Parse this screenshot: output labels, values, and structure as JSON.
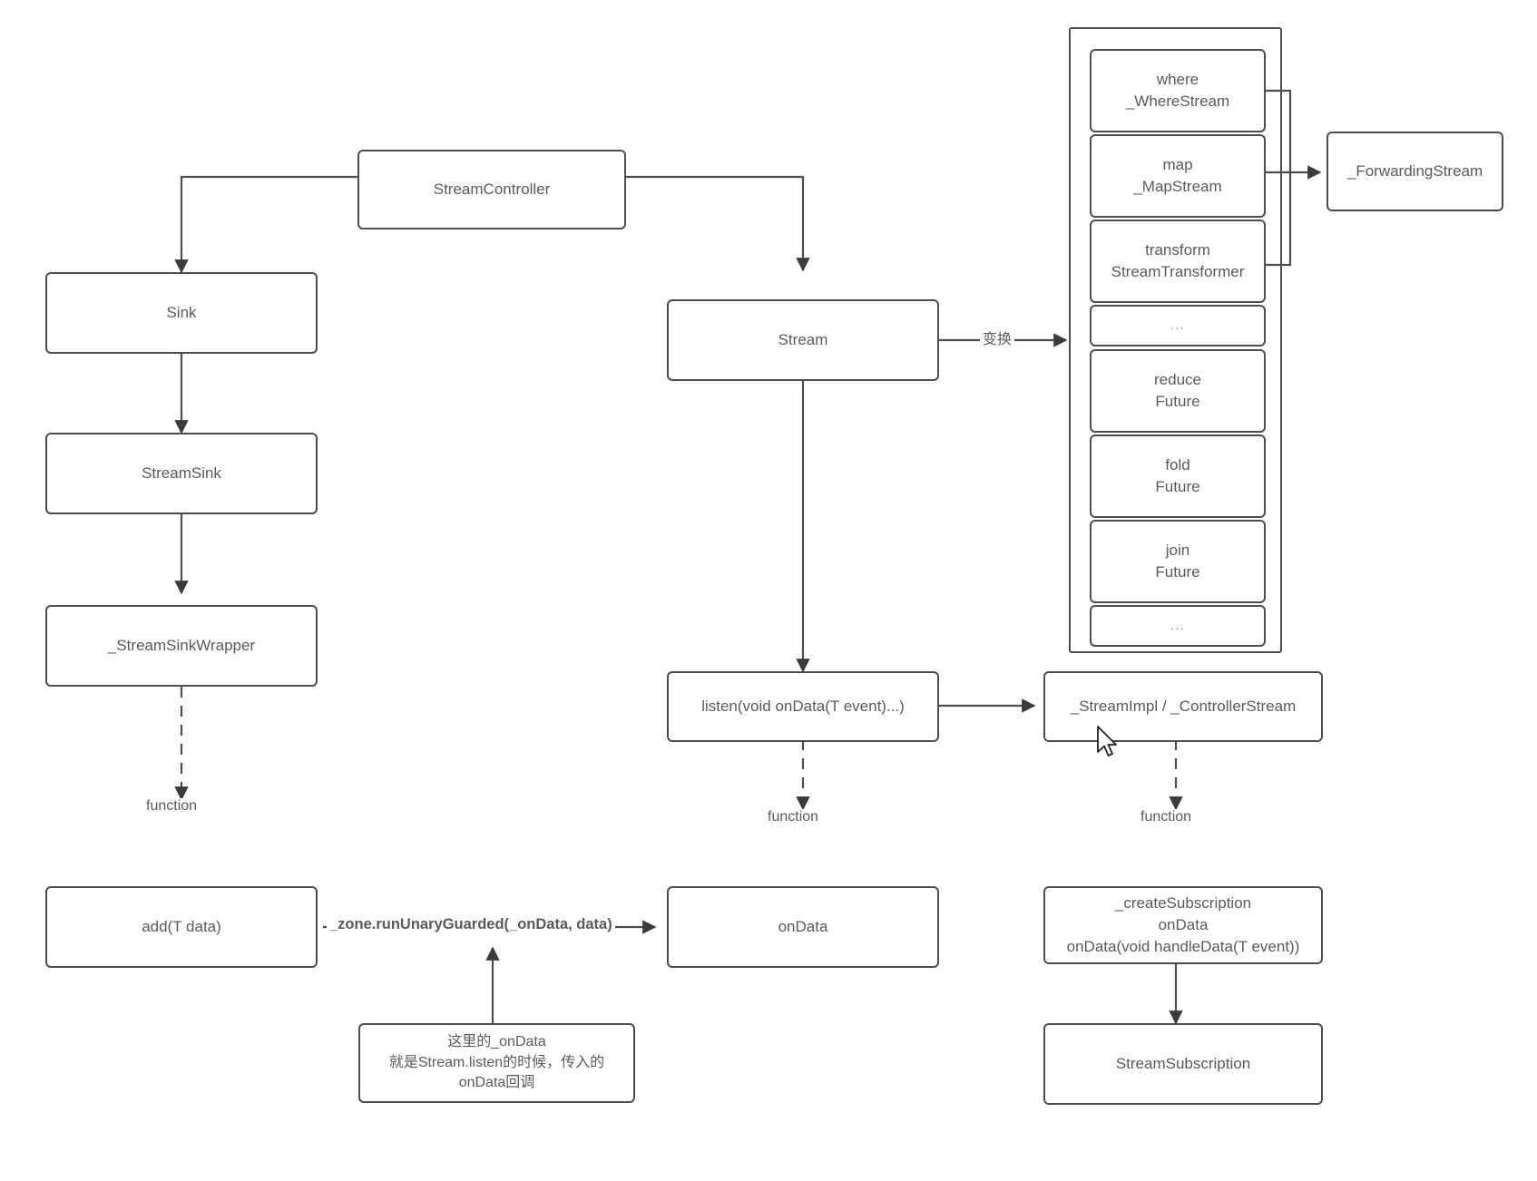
{
  "diagram": {
    "title": "Dart Stream architecture flowchart",
    "colors": {
      "stroke": "#4d4d4d",
      "text": "#5a5a5a",
      "background": "#ffffff",
      "muted": "#9a9a9a"
    },
    "nodes": {
      "stream_controller": "StreamController",
      "sink": "Sink",
      "stream_sink": "StreamSink",
      "stream_sink_wrapper": "_StreamSinkWrapper",
      "add_t_data": "add(T data)",
      "stream": "Stream",
      "listen": "listen(void onData(T event)...)",
      "on_data": "onData",
      "stream_impl": "_StreamImpl / _ControllerStream",
      "create_subscription": "_createSubscription\nonData\nonData(void handleData(T event))",
      "stream_subscription": "StreamSubscription",
      "forwarding_stream": "_ForwardingStream",
      "note": "这里的_onData\n就是Stream.listen的时候，传入的\nonData回调"
    },
    "transform_group": [
      {
        "id": "where",
        "label": "where\n_WhereStream"
      },
      {
        "id": "map",
        "label": "map\n_MapStream"
      },
      {
        "id": "transform",
        "label": "transform\nStreamTransformer"
      },
      {
        "id": "ellipsis-top",
        "label": "..."
      },
      {
        "id": "reduce",
        "label": "reduce\nFuture"
      },
      {
        "id": "fold",
        "label": "fold\nFuture"
      },
      {
        "id": "join",
        "label": "join\nFuture"
      },
      {
        "id": "ellipsis-bottom",
        "label": "..."
      }
    ],
    "edge_labels": {
      "function_left": "function",
      "function_center": "function",
      "function_right": "function",
      "transform_cn": "变换",
      "zone_run": "_zone.runUnaryGuarded(_onData, data)"
    }
  }
}
